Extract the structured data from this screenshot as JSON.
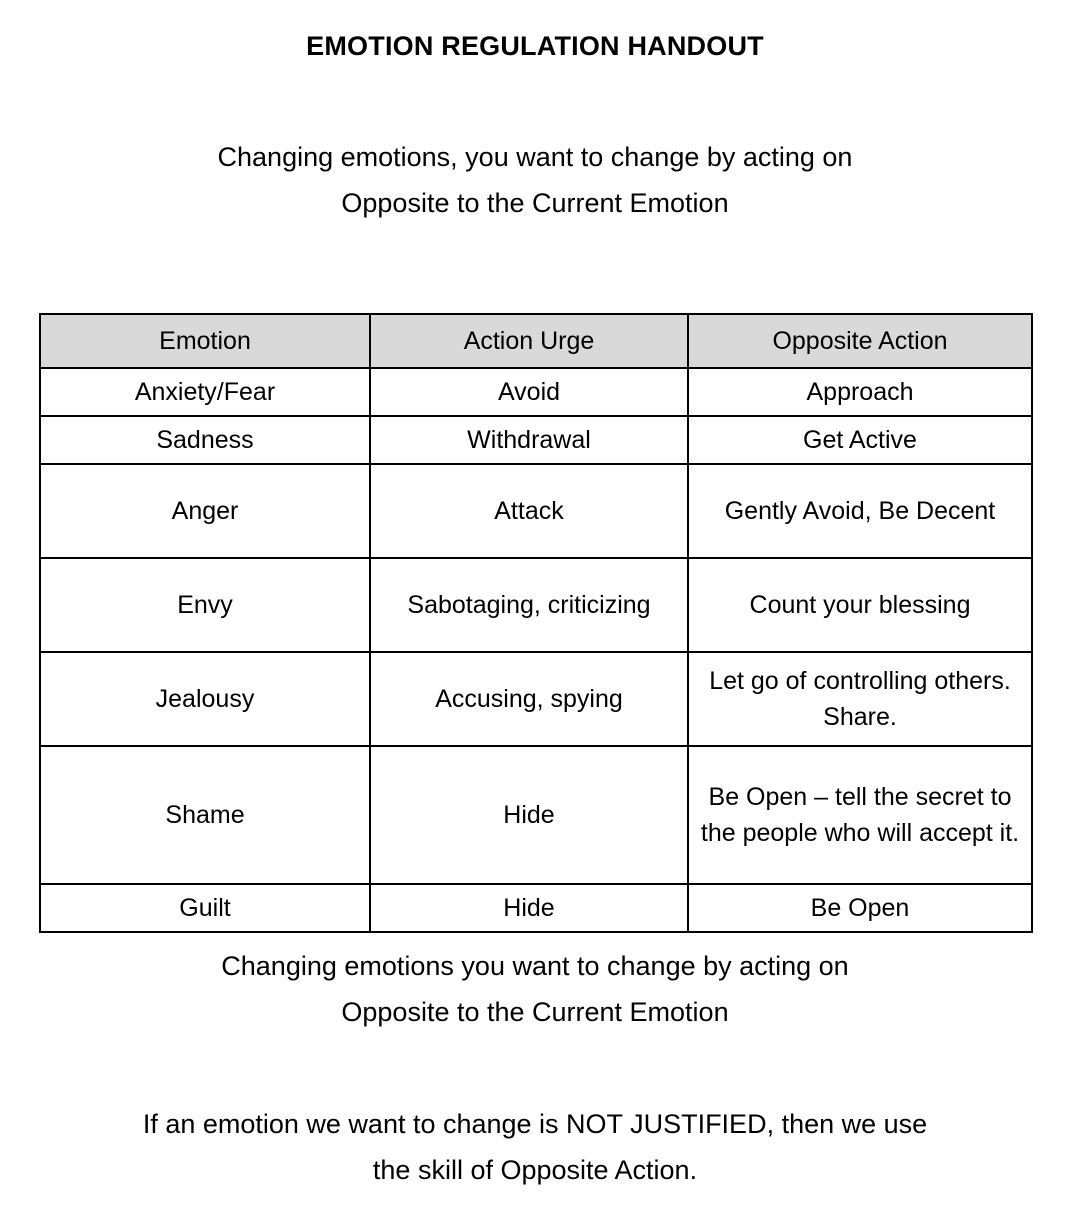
{
  "document": {
    "title": "EMOTION REGULATION HANDOUT",
    "background_color": "#ffffff",
    "text_color": "#000000"
  },
  "intro": {
    "line1": "Changing emotions, you want to change by acting on",
    "line2": "Opposite to the Current Emotion"
  },
  "table": {
    "header_background": "#d9d9d9",
    "border_color": "#000000",
    "columns": [
      "Emotion",
      "Action Urge",
      "Opposite Action"
    ],
    "rows": [
      {
        "emotion": "Anxiety/Fear",
        "action_urge": "Avoid",
        "opposite_action": "Approach"
      },
      {
        "emotion": "Sadness",
        "action_urge": "Withdrawal",
        "opposite_action": "Get Active"
      },
      {
        "emotion": "Anger",
        "action_urge": "Attack",
        "opposite_action": "Gently Avoid, Be Decent"
      },
      {
        "emotion": "Envy",
        "action_urge": "Sabotaging, criticizing",
        "opposite_action": "Count your blessing"
      },
      {
        "emotion": "Jealousy",
        "action_urge": "Accusing, spying",
        "opposite_action": "Let go of controlling others. Share."
      },
      {
        "emotion": "Shame",
        "action_urge": "Hide",
        "opposite_action": "Be Open – tell the secret to the people who will accept it."
      },
      {
        "emotion": "Guilt",
        "action_urge": "Hide",
        "opposite_action": "Be Open"
      }
    ]
  },
  "outro": {
    "line1": "Changing emotions you want to change by acting on",
    "line2": "Opposite to the Current Emotion"
  },
  "note": {
    "line1": "If an emotion we want to change is NOT JUSTIFIED, then we use",
    "line2": "the skill of Opposite Action."
  }
}
